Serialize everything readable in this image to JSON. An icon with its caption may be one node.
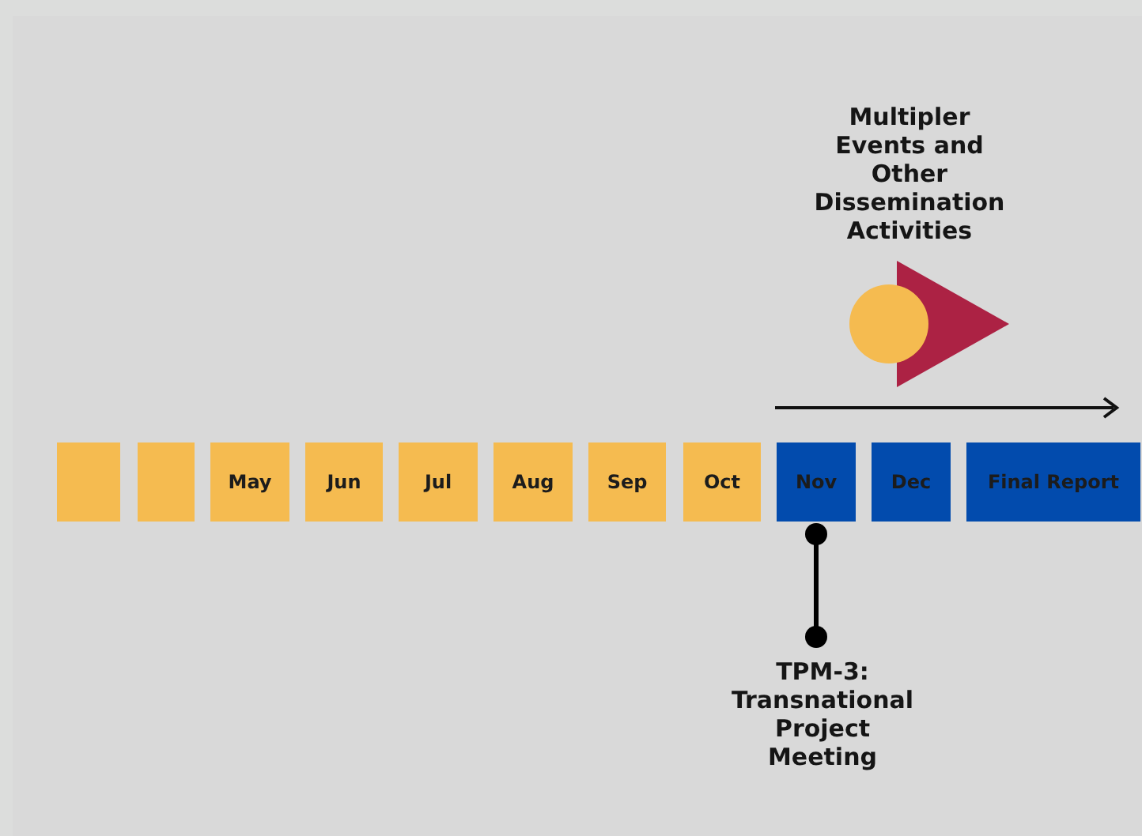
{
  "diagram": {
    "nodes": [
      {
        "text": [],
        "shape": "box"
      },
      {
        "text": [],
        "shape": "box"
      },
      {
        "text": [
          "May"
        ]
      },
      {
        "text": [
          "Jun"
        ]
      },
      {
        "text": [
          "Jul"
        ]
      },
      {
        "text": [
          "Aug"
        ]
      },
      {
        "text": [
          "Sep"
        ]
      },
      {
        "text": [
          "Oct"
        ]
      },
      {
        "text": [
          "Nov"
        ]
      },
      {
        "text": [
          "Dec"
        ]
      },
      {
        "text": [
          "Final Report"
        ]
      },
      {
        "text": [
          "TPM-3: Transnational Project Meeting"
        ]
      }
    ],
    "edges": [
      {
        "from": 8,
        "to": 11,
        "arrow": "other"
      }
    ],
    "labels": [
      "Multipler Events and Other Dissemination Activities"
    ]
  }
}
